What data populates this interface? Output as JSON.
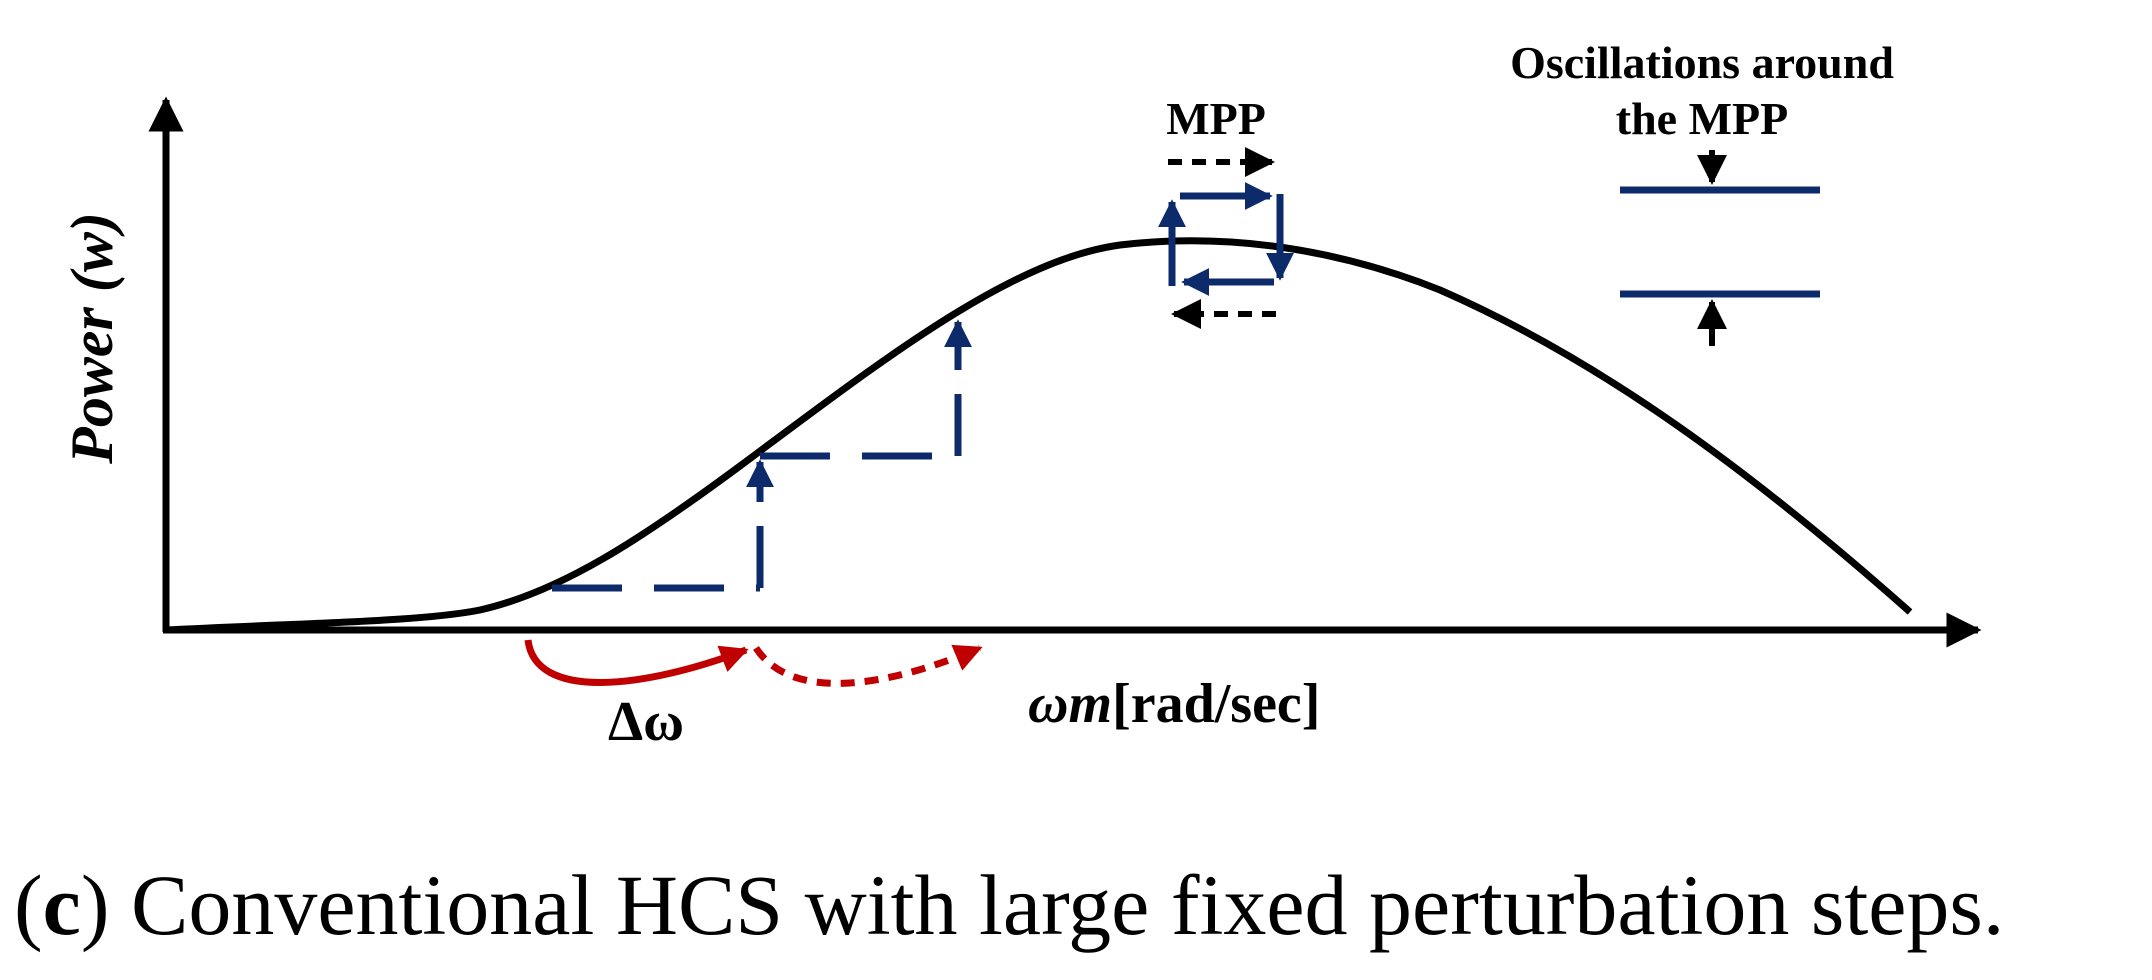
{
  "figure": {
    "y_axis_label": "Power (w)",
    "x_axis_label_symbol": "ωm",
    "x_axis_label_unit": "[rad/sec]",
    "delta_label": "Δω",
    "mpp_label": "MPP",
    "oscillation_label_line1": "Oscillations around",
    "oscillation_label_line2": "the MPP"
  },
  "caption": {
    "prefix_open": "(",
    "prefix_letter": "c",
    "prefix_close": ")",
    "text": " Conventional HCS with large fixed perturbation steps."
  },
  "colors": {
    "curve": "#000000",
    "steps": "#0d2a6b",
    "perturbation_arrows": "#c00000",
    "text": "#000000"
  }
}
